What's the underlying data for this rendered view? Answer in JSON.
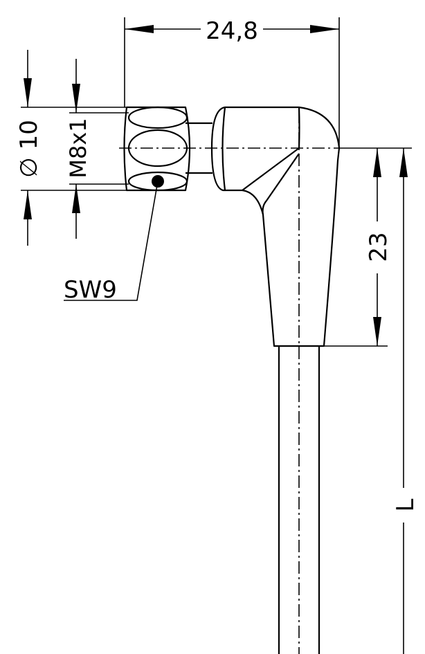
{
  "dimensions": {
    "overall_width": "24,8",
    "outer_diameter": "∅ 10",
    "thread": "M8x1",
    "height": "23",
    "cable_length": "L",
    "wrench_size": "SW9"
  },
  "colors": {
    "line": "#000000",
    "background": "#ffffff"
  }
}
